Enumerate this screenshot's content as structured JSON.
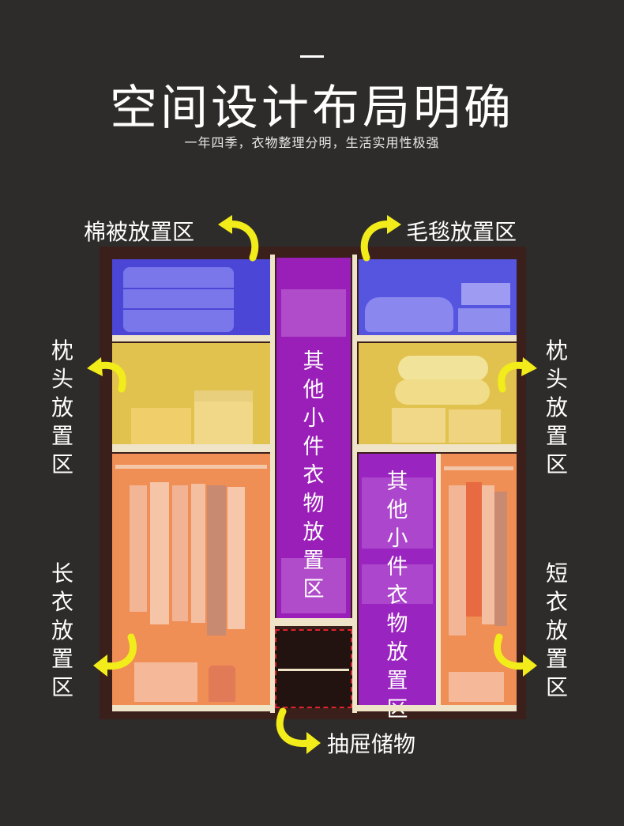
{
  "header": {
    "title": "空间设计布局明确",
    "subtitle": "一年四季，衣物整理分明，生活实用性极强"
  },
  "labels": {
    "quilt": "棉被放置区",
    "blanket": "毛毯放置区",
    "pillow_left": "枕头放置区",
    "pillow_right": "枕头放置区",
    "long_clothes": "长衣放置区",
    "short_clothes": "短衣放置区",
    "drawer": "抽屉储物"
  },
  "zones": {
    "center_small_items": "其他小件衣物放置区",
    "right_small_items": "其他小件衣物放置区"
  },
  "colors": {
    "background": "#2e2c2b",
    "arrow": "#f2ec1a",
    "blue_zone": "#4b46d6",
    "yellow_zone": "#e2c24e",
    "orange_zone": "#ef8e55",
    "purple_zone": "#9a1fb8",
    "drawer_outline": "#e0252e"
  }
}
